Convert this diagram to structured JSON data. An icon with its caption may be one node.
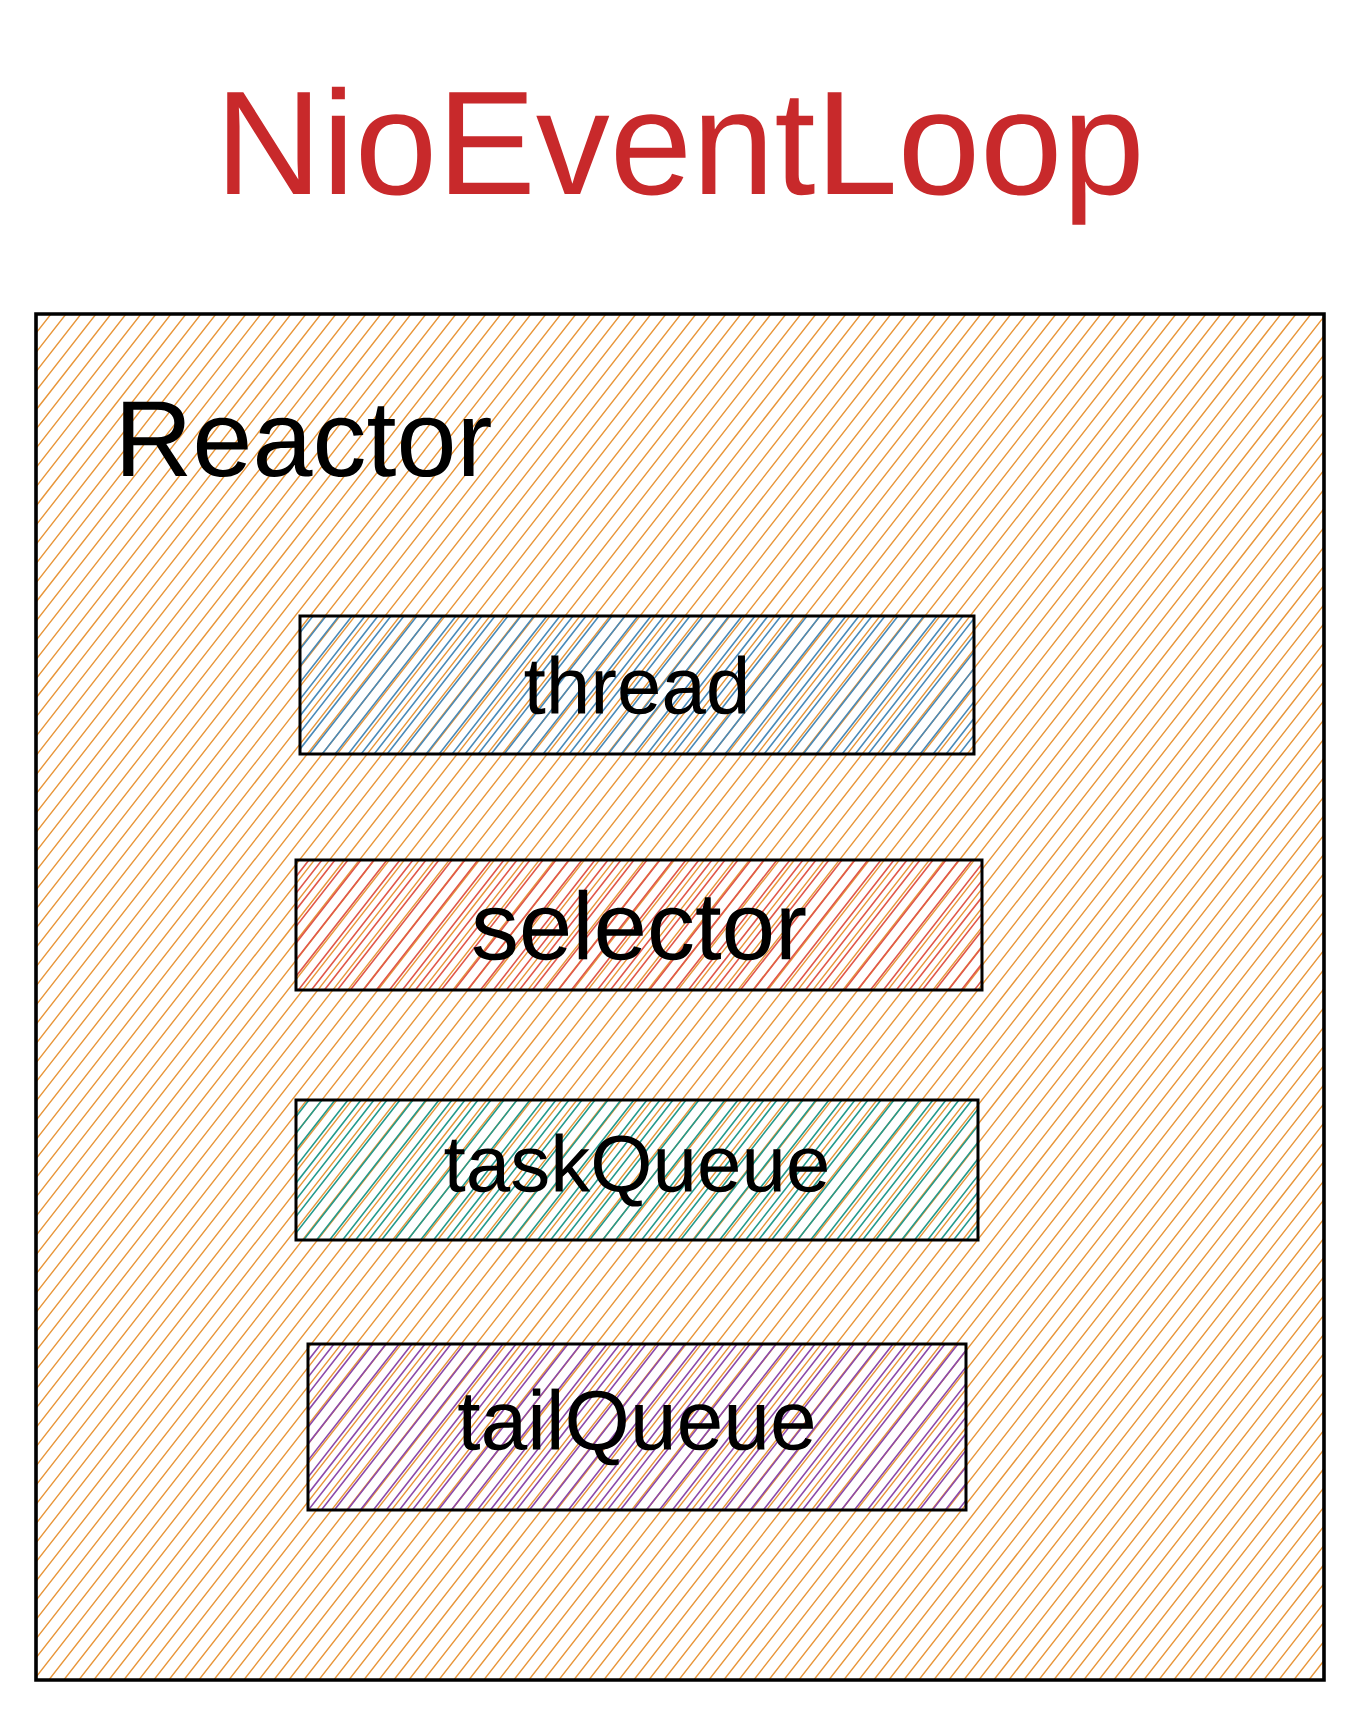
{
  "diagram": {
    "title": "NioEventLoop",
    "nodes": [
      {
        "text": [
          "Reactor"
        ]
      },
      {
        "text": [
          "thread"
        ],
        "in": 0
      },
      {
        "text": [
          "selector"
        ],
        "in": 0
      },
      {
        "text": [
          "taskQueue"
        ],
        "in": 0
      },
      {
        "text": [
          "tailQueue"
        ],
        "in": 0
      }
    ]
  }
}
